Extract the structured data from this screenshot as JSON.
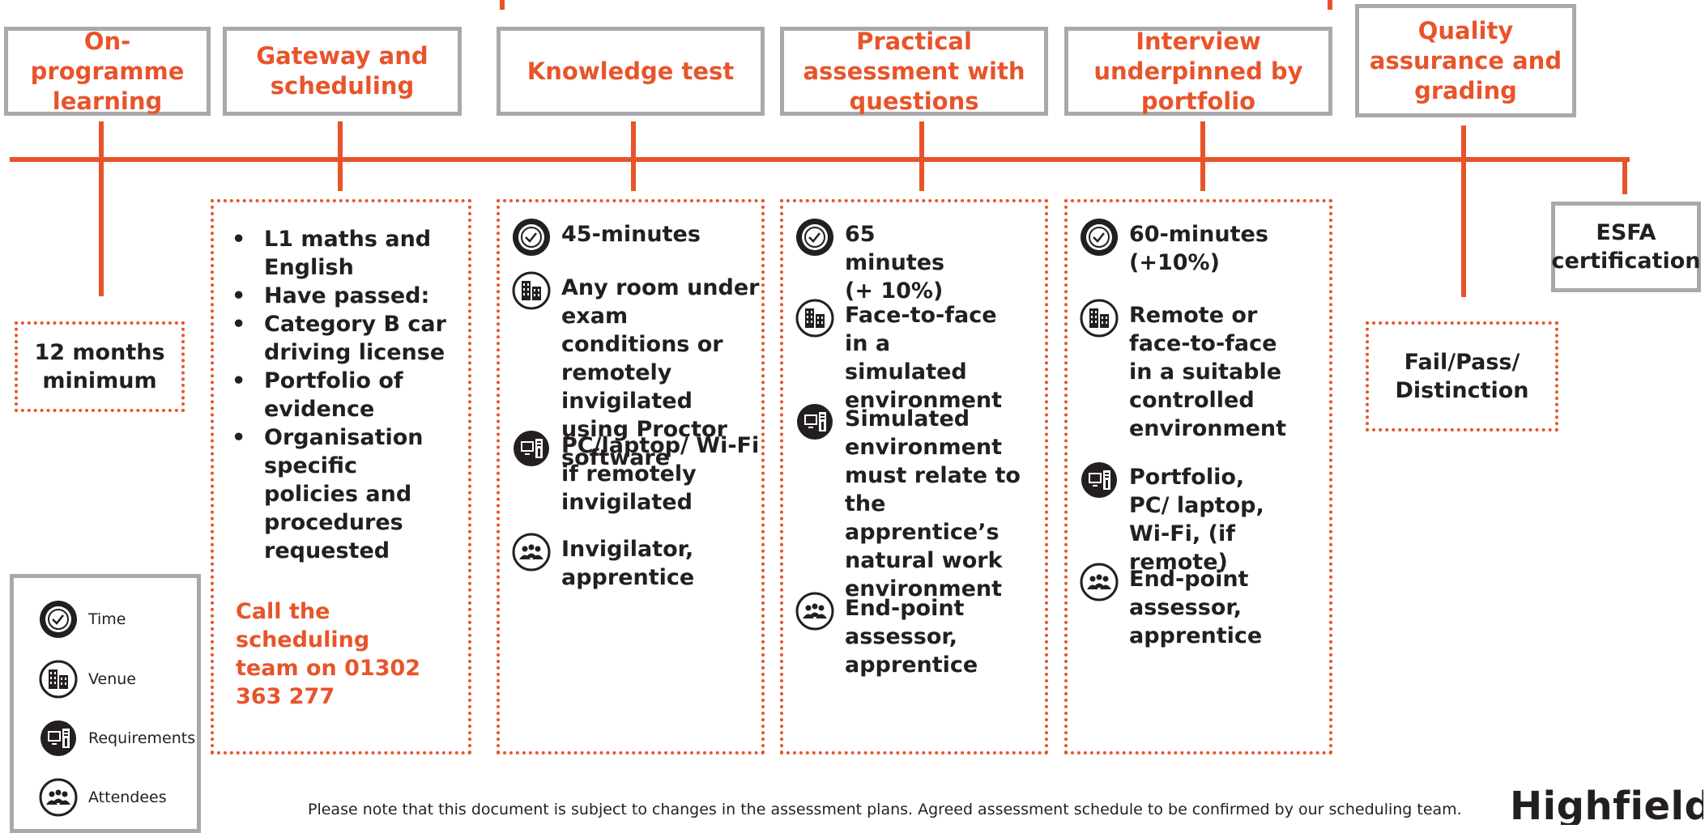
{
  "stages": [
    {
      "id": "on-programme",
      "title": "On-programme learning"
    },
    {
      "id": "gateway",
      "title": "Gateway and scheduling"
    },
    {
      "id": "knowledge",
      "title": "Knowledge test"
    },
    {
      "id": "practical",
      "title": "Practical assessment with questions"
    },
    {
      "id": "interview",
      "title": "Interview underpinned by portfolio"
    },
    {
      "id": "quality",
      "title": "Quality assurance and grading"
    }
  ],
  "on_programme": {
    "duration": "12 months minimum"
  },
  "gateway": {
    "bullets": [
      "L1 maths and English",
      "Have passed:",
      "Category B car driving license",
      "Portfolio of evidence",
      "Organisation specific policies and procedures requested"
    ],
    "call_text": "Call the scheduling team on 01302 363 277"
  },
  "knowledge_test": {
    "time": "45-minutes",
    "venue": "Any room under exam conditions or remotely invigilated using Proctor software",
    "requirements": "PC/laptop/ Wi-Fi if remotely invigilated",
    "attendees": "Invigilator, apprentice"
  },
  "practical": {
    "time": "65 minutes (+ 10%)",
    "venue": "Face-to-face in a simulated environment",
    "requirements": "Simulated environment must relate to the apprentice’s natural work environment",
    "attendees": "End-point assessor, apprentice"
  },
  "interview": {
    "time": "60-minutes (+10%)",
    "venue": "Remote or face-to-face in a suitable controlled environment",
    "requirements": "Portfolio, PC/ laptop, Wi-Fi, (if remote)",
    "attendees": "End-point assessor, apprentice"
  },
  "quality": {
    "grades": "Fail/Pass/ Distinction"
  },
  "esfa": {
    "label": "ESFA certification"
  },
  "legend": {
    "time": "Time",
    "venue": "Venue",
    "requirements": "Requirements",
    "attendees": "Attendees"
  },
  "footnote": "Please note that this document is subject to changes in the assessment plans.  Agreed assessment schedule to be confirmed by our scheduling team.",
  "logo": {
    "text": "Highfield"
  },
  "icons": {
    "time": "clock-icon",
    "venue": "building-icon",
    "requirements": "computer-icon",
    "attendees": "people-icon"
  },
  "colors": {
    "accent": "#e8542a",
    "border_grey": "#a7a9ac",
    "text": "#231f20"
  }
}
